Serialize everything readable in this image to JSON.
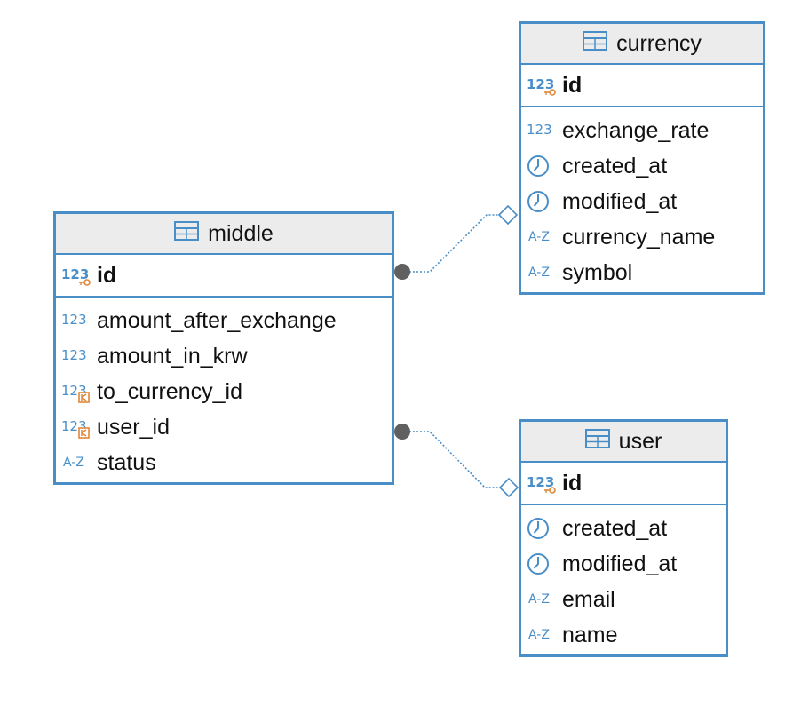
{
  "entities": {
    "middle": {
      "name": "middle",
      "pk": {
        "name": "id",
        "icon": "numeric-key-icon"
      },
      "columns": [
        {
          "name": "amount_after_exchange",
          "icon": "numeric-icon"
        },
        {
          "name": "amount_in_krw",
          "icon": "numeric-icon"
        },
        {
          "name": "to_currency_id",
          "icon": "numeric-fk-icon"
        },
        {
          "name": "user_id",
          "icon": "numeric-fk-icon"
        },
        {
          "name": "status",
          "icon": "text-icon"
        }
      ]
    },
    "currency": {
      "name": "currency",
      "pk": {
        "name": "id",
        "icon": "numeric-key-icon"
      },
      "columns": [
        {
          "name": "exchange_rate",
          "icon": "numeric-icon"
        },
        {
          "name": "created_at",
          "icon": "clock-icon"
        },
        {
          "name": "modified_at",
          "icon": "clock-icon"
        },
        {
          "name": "currency_name",
          "icon": "text-icon"
        },
        {
          "name": "symbol",
          "icon": "text-icon"
        }
      ]
    },
    "user": {
      "name": "user",
      "pk": {
        "name": "id",
        "icon": "numeric-key-icon"
      },
      "columns": [
        {
          "name": "created_at",
          "icon": "clock-icon"
        },
        {
          "name": "modified_at",
          "icon": "clock-icon"
        },
        {
          "name": "email",
          "icon": "text-icon"
        },
        {
          "name": "name",
          "icon": "text-icon"
        }
      ]
    }
  },
  "icon_labels": {
    "numeric": "123",
    "text": "A-Z"
  },
  "colors": {
    "border": "#4a8ec8",
    "header": "#ececec",
    "key": "#e0873a",
    "connector": "#4a8ec8",
    "endpoint": "#606060"
  }
}
